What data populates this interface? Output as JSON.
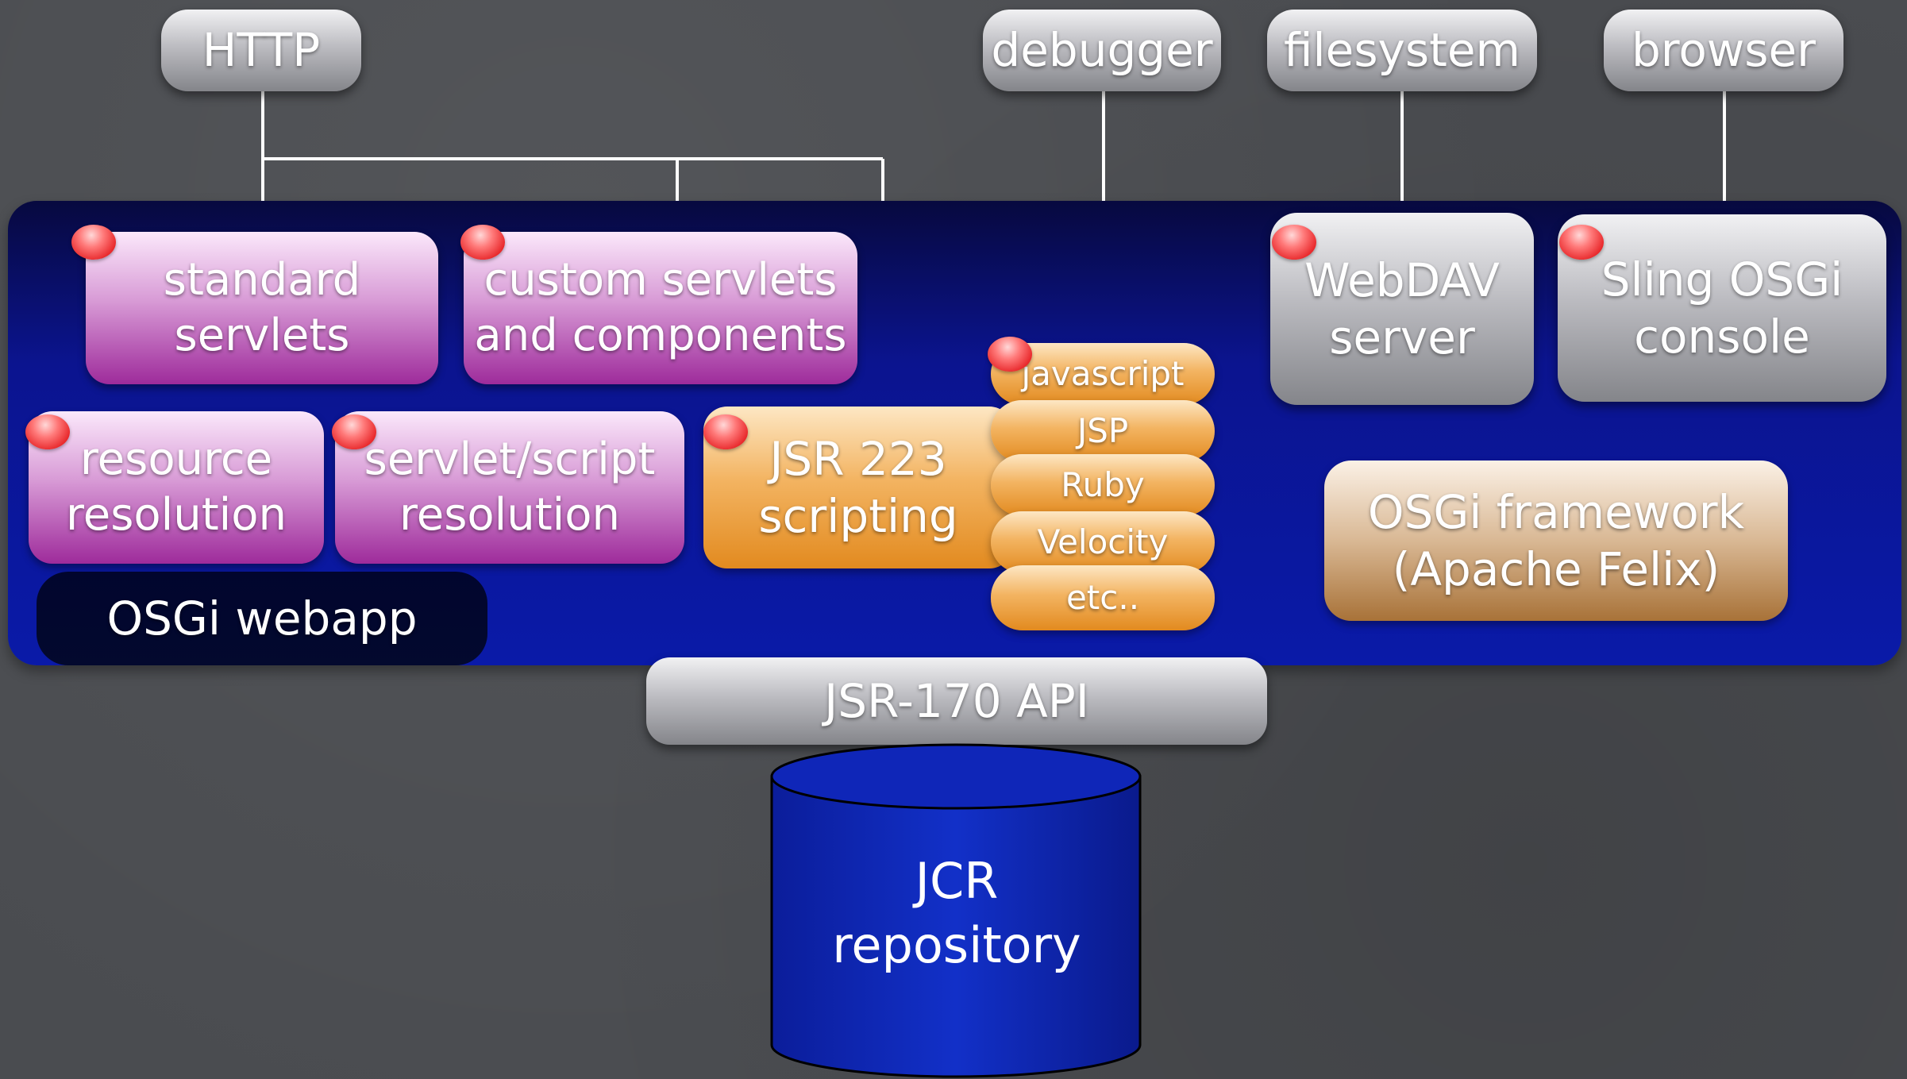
{
  "top_nodes": {
    "http": "HTTP",
    "debugger": "debugger",
    "filesystem": "filesystem",
    "browser": "browser"
  },
  "components": {
    "standard_servlets": [
      "standard",
      "servlets"
    ],
    "custom_servlets": [
      "custom servlets",
      "and components"
    ],
    "resource_resolution": [
      "resource",
      "resolution"
    ],
    "servlet_script_resolution": [
      "servlet/script",
      "resolution"
    ],
    "jsr223": [
      "JSR 223",
      "scripting"
    ],
    "webdav": [
      "WebDAV",
      "server"
    ],
    "sling_console": [
      "Sling OSGi",
      "console"
    ],
    "osgi_framework": [
      "OSGi framework",
      "(Apache Felix)"
    ],
    "osgi_webapp": "OSGi webapp"
  },
  "languages": [
    "javascript",
    "JSP",
    "Ruby",
    "Velocity",
    "etc.."
  ],
  "api": "JSR-170 API",
  "repository": [
    "JCR",
    "repository"
  ],
  "colors": {
    "background": "#4a4c50",
    "panel": "#0a1aa8",
    "purple": "#9e2b9b",
    "orange": "#e28a1f",
    "grey": "#bcbcc1",
    "felix": "#a87238",
    "bundle_marker": "#e8282b",
    "repository": "#0a1aa8"
  }
}
